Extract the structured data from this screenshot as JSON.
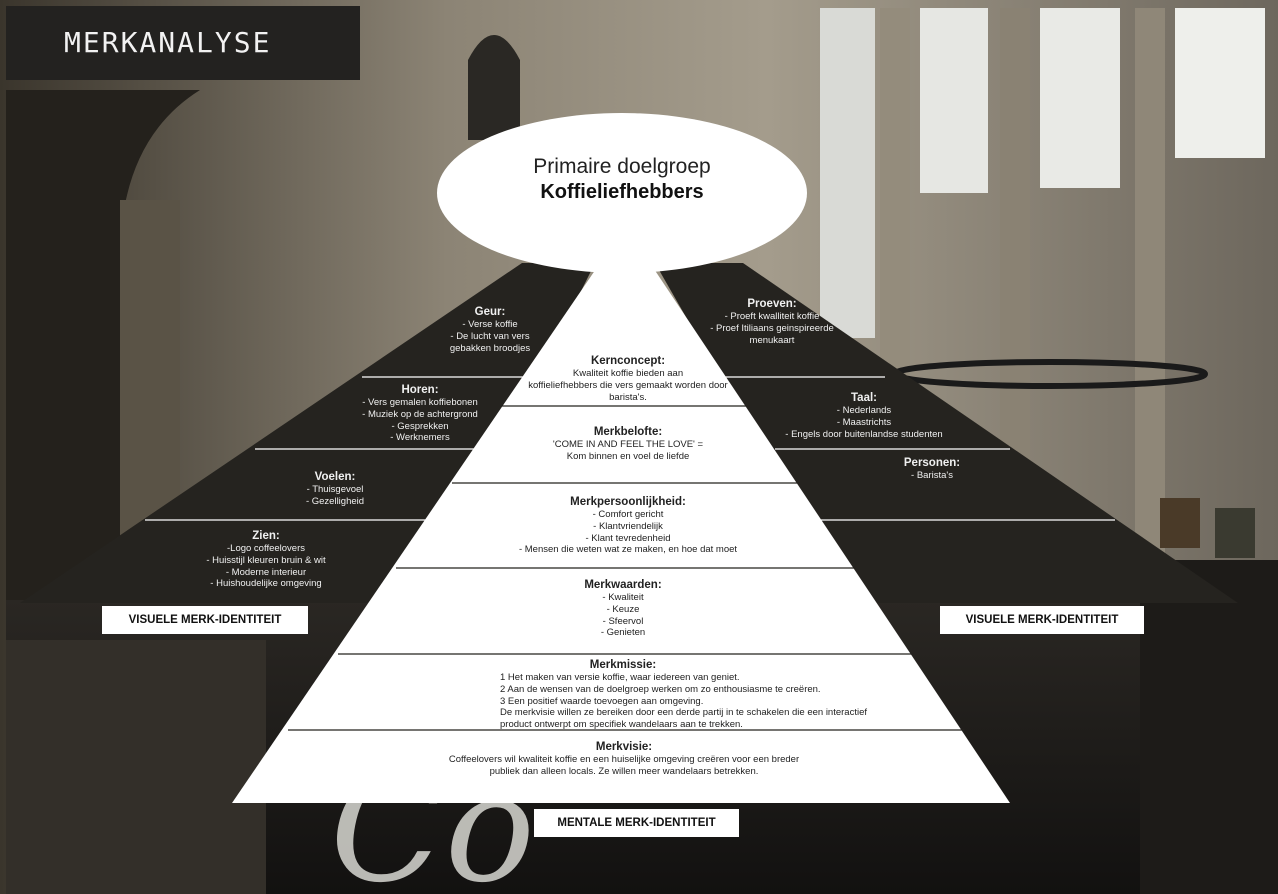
{
  "header": {
    "title": "MERKANALYSE"
  },
  "target_group": {
    "label": "Primaire doelgroep",
    "value": "Koffieliefhebbers"
  },
  "left_wing": {
    "geur": {
      "heading": "Geur:",
      "lines": [
        "- Verse koffie",
        "- De lucht van vers",
        "gebakken broodjes"
      ]
    },
    "horen": {
      "heading": "Horen:",
      "lines": [
        "- Vers gemalen koffiebonen",
        "- Muziek op de achtergrond",
        "- Gesprekken",
        "- Werknemers"
      ]
    },
    "voelen": {
      "heading": "Voelen:",
      "lines": [
        "- Thuisgevoel",
        "- Gezelligheid"
      ]
    },
    "zien": {
      "heading": "Zien:",
      "lines": [
        "-Logo coffeelovers",
        "- Huisstijl kleuren bruin & wit",
        "- Moderne interieur",
        "- Huishoudelijke omgeving"
      ]
    }
  },
  "right_wing": {
    "proeven": {
      "heading": "Proeven:",
      "lines": [
        "- Proeft kwalliteit koffie",
        "- Proef Itiliaans geinspireerde",
        "menukaart"
      ]
    },
    "taal": {
      "heading": "Taal:",
      "lines": [
        "- Nederlands",
        "- Maastrichts",
        "- Engels door buitenlandse studenten"
      ]
    },
    "personen": {
      "heading": "Personen:",
      "lines": [
        "- Barista's"
      ]
    }
  },
  "pyramid": {
    "kernconcept": {
      "heading": "Kernconcept:",
      "lines": [
        "Kwaliteit koffie bieden aan",
        "koffieliefhebbers die vers gemaakt worden door",
        "barista's."
      ]
    },
    "merkbelofte": {
      "heading": "Merkbelofte:",
      "lines": [
        "'COME IN AND FEEL THE LOVE' =",
        "Kom binnen en voel de liefde"
      ]
    },
    "merkpersoonlijkheid": {
      "heading": "Merkpersoonlijkheid:",
      "lines": [
        "- Comfort gericht",
        "- Klantvriendelijk",
        "- Klant tevredenheid",
        "- Mensen die weten wat ze maken, en hoe dat moet"
      ]
    },
    "merkwaarden": {
      "heading": "Merkwaarden:",
      "lines": [
        "- Kwaliteit",
        "- Keuze",
        "- Sfeervol",
        "- Genieten"
      ]
    },
    "merkmissie": {
      "heading": "Merkmissie:",
      "lines": [
        "1 Het maken van versie koffie, waar iedereen van geniet.",
        "2  Aan de wensen van de doelgroep werken om zo enthousiasme te creëren.",
        "3 Een positief waarde toevoegen aan omgeving.",
        "De merkvisie willen ze bereiken door een derde partij in te schakelen die een interactief",
        "product ontwerpt om specifiek wandelaars aan te trekken."
      ]
    },
    "merkvisie": {
      "heading": "Merkvisie:",
      "lines": [
        "Coffeelovers wil kwaliteit koffie en een huiselijke omgeving creëren voor een breder",
        "publiek dan alleen locals. Ze willen meer wandelaars betrekken."
      ]
    }
  },
  "labels": {
    "visual_left": "VISUELE MERK-IDENTITEIT",
    "visual_right": "VISUELE MERK-IDENTITEIT",
    "mental": "MENTALE MERK-IDENTITEIT"
  },
  "colors": {
    "dark_panel": "#25231f",
    "white": "#ffffff",
    "title_bg": "#232220"
  }
}
